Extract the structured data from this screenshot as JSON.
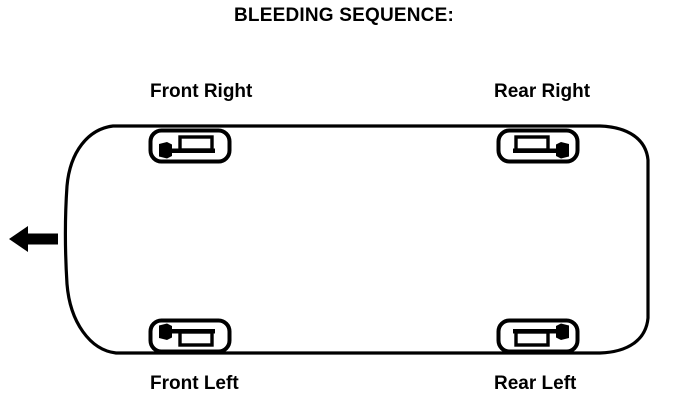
{
  "diagram": {
    "title": "BLEEDING SEQUENCE:",
    "type": "vehicle-plan-view",
    "colors": {
      "stroke": "#000000",
      "fill": "#ffffff",
      "background": "#ffffff"
    }
  },
  "labels": {
    "front_right": "Front Right",
    "rear_right": "Rear Right",
    "front_left": "Front Left",
    "rear_left": "Rear Left"
  },
  "wheel_positions": [
    {
      "id": "front-right",
      "label": "Front Right",
      "corner": "top-left",
      "knob_side": "left",
      "rod_side": "bottom",
      "icon": "brake-bleeder-icon"
    },
    {
      "id": "rear-right",
      "label": "Rear Right",
      "corner": "top-right",
      "knob_side": "right",
      "rod_side": "bottom",
      "icon": "brake-bleeder-icon"
    },
    {
      "id": "front-left",
      "label": "Front Left",
      "corner": "bottom-left",
      "knob_side": "left",
      "rod_side": "top",
      "icon": "brake-bleeder-icon"
    },
    {
      "id": "rear-left",
      "label": "Rear Left",
      "corner": "bottom-right",
      "knob_side": "right",
      "rod_side": "top",
      "icon": "brake-bleeder-icon"
    }
  ],
  "direction_arrow": {
    "icon": "arrow-left-icon",
    "direction": "left",
    "meaning": "vehicle forward direction"
  }
}
